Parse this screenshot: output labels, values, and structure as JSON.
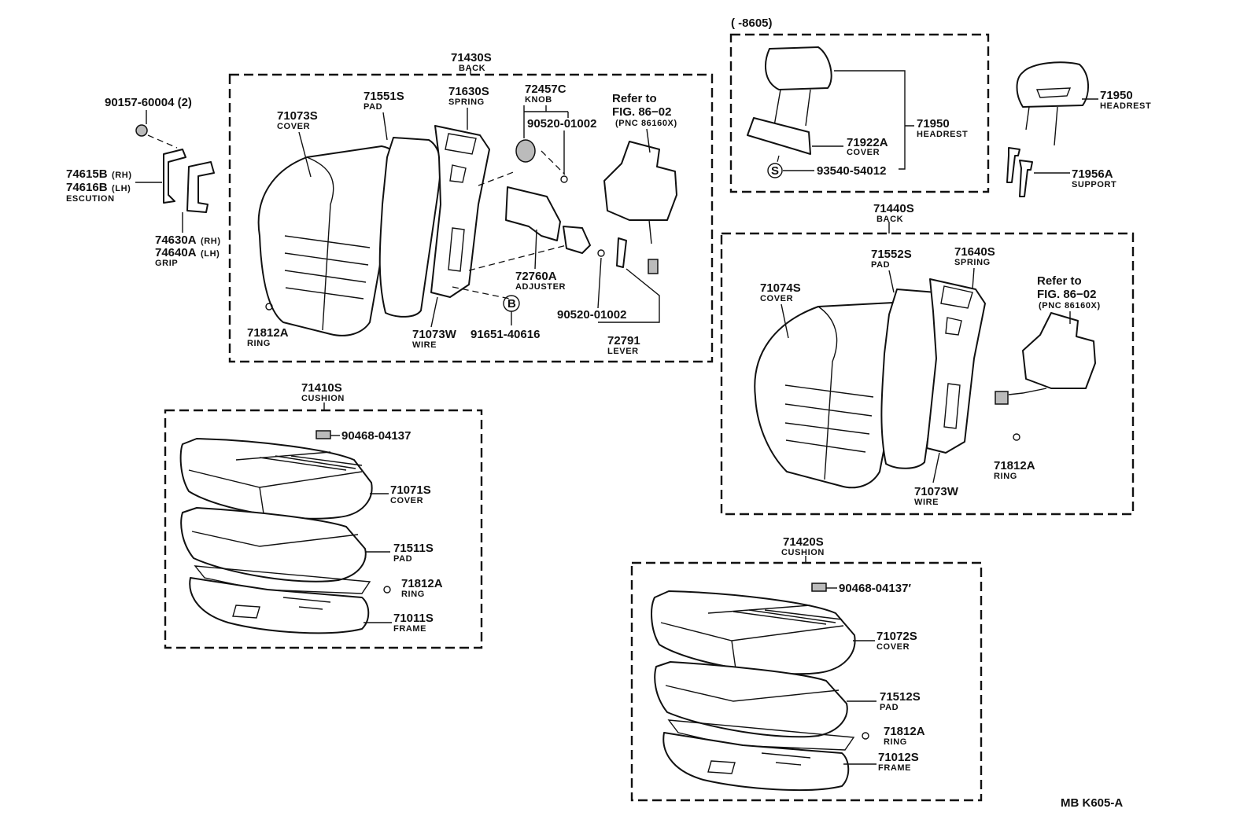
{
  "doc_id": "MB K605-A",
  "date_range": "(      -8605)",
  "groups": {
    "back_a": {
      "num": "71430S",
      "name": "BACK"
    },
    "back_b": {
      "num": "71440S",
      "name": "BACK"
    },
    "cushion_a": {
      "num": "71410S",
      "name": "CUSHION"
    },
    "cushion_b": {
      "num": "71420S",
      "name": "CUSHION"
    }
  },
  "callouts": {
    "c90157": "90157-60004 (2)",
    "esc_rh": "74615B",
    "esc_rh_s": "(RH)",
    "esc_lh": "74616B",
    "esc_lh_s": "(LH)",
    "esc_name": "ESCUTION",
    "grip_rh": "74630A",
    "grip_rh_s": "(RH)",
    "grip_lh": "74640A",
    "grip_lh_s": "(LH)",
    "grip_name": "GRIP",
    "cover_a_num": "71073S",
    "cover_a_name": "COVER",
    "pad_a_num": "71551S",
    "pad_a_name": "PAD",
    "spring_a_num": "71630S",
    "spring_a_name": "SPRING",
    "knob_num": "72457C",
    "knob_name": "KNOB",
    "clip_top": "90520-01002",
    "ref_a_1": "Refer to",
    "ref_a_2": "FIG. 86−02",
    "ref_a_3": "(PNC 86160X)",
    "adjuster_num": "72760A",
    "adjuster_name": "ADJUSTER",
    "ring_a_num": "71812A",
    "ring_a_name": "RING",
    "wire_a_num": "71073W",
    "wire_a_name": "WIRE",
    "b_marker": "B",
    "bolt_b": "91651-40616",
    "clip_bottom": "90520-01002",
    "lever_num": "72791",
    "lever_name": "LEVER",
    "hr_box_num": "71950",
    "hr_box_name": "HEADREST",
    "hr_cover_num": "71922A",
    "hr_cover_name": "COVER",
    "s_marker": "S",
    "screw_s": "93540-54012",
    "hr_num": "71950",
    "hr_name": "HEADREST",
    "support_num": "71956A",
    "support_name": "SUPPORT",
    "cover_b_num": "71074S",
    "cover_b_name": "COVER",
    "pad_b_num": "71552S",
    "pad_b_name": "PAD",
    "spring_b_num": "71640S",
    "spring_b_name": "SPRING",
    "ref_b_1": "Refer to",
    "ref_b_2": "FIG. 86−02",
    "ref_b_3": "(PNC 86160X)",
    "ring_b_num": "71812A",
    "ring_b_name": "RING",
    "wire_b_num": "71073W",
    "wire_b_name": "WIRE",
    "clip_c1": "90468-04137",
    "ccover_a_num": "71071S",
    "ccover_a_name": "COVER",
    "cpad_a_num": "71511S",
    "cpad_a_name": "PAD",
    "cring_a_num": "71812A",
    "cring_a_name": "RING",
    "frame_a_num": "71011S",
    "frame_a_name": "FRAME",
    "clip_c2": "90468-04137′",
    "ccover_b_num": "71072S",
    "ccover_b_name": "COVER",
    "cpad_b_num": "71512S",
    "cpad_b_name": "PAD",
    "cring_b_num": "71812A",
    "cring_b_name": "RING",
    "frame_b_num": "71012S",
    "frame_b_name": "FRAME"
  }
}
